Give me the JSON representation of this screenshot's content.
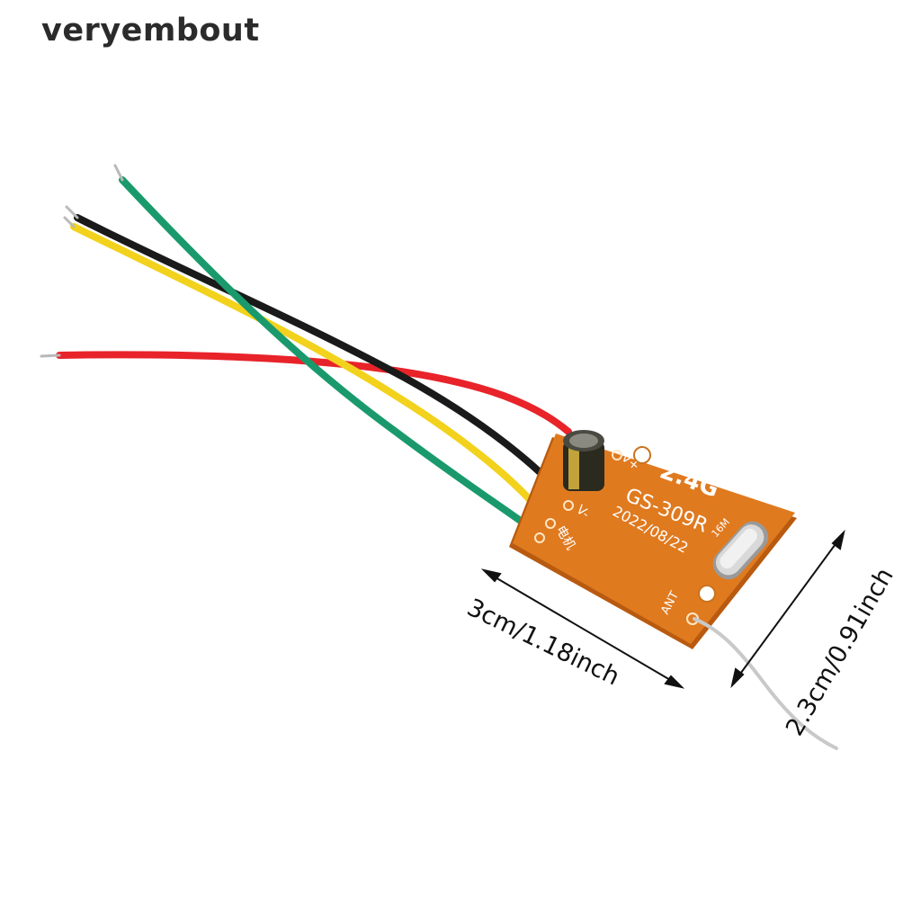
{
  "brand": {
    "name": "veryembout"
  },
  "board": {
    "frequency": "2.4G",
    "model": "GS-309R",
    "date": "2022/08/22",
    "pin_vplus": "V+",
    "pin_vminus": "V-",
    "pin_motor": "电机",
    "pin_ant": "ANT",
    "crystal_label": "16M",
    "color_pcb": "#e07a1f",
    "color_pcb_dark": "#b85a10"
  },
  "dimensions": {
    "width_label": "3cm/1.18inch",
    "height_label": "2.3cm/0.91inch"
  },
  "wires": {
    "colors": [
      "#e8232a",
      "#1a1a1a",
      "#f2d21c",
      "#1a9a6c"
    ]
  }
}
